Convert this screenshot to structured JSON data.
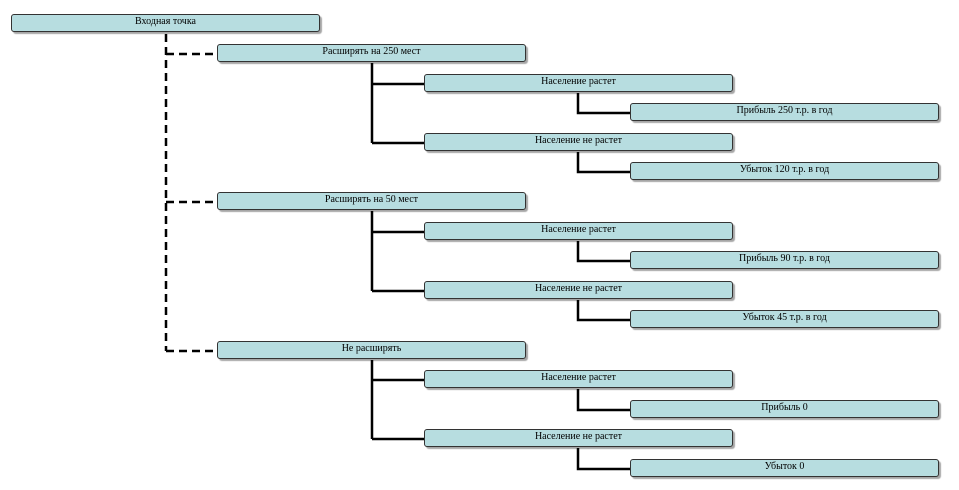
{
  "root": {
    "label": "Входная точка"
  },
  "branches": [
    {
      "label": "Расширять на 250 мест",
      "scenarios": [
        {
          "label": "Население растет",
          "outcome": "Прибыль 250 т.р. в год"
        },
        {
          "label": "Население не растет",
          "outcome": "Убыток 120 т.р. в год"
        }
      ]
    },
    {
      "label": "Расширять на 50 мест",
      "scenarios": [
        {
          "label": "Население растет",
          "outcome": "Прибыль 90 т.р. в год"
        },
        {
          "label": "Население не растет",
          "outcome": "Убыток 45 т.р. в год"
        }
      ]
    },
    {
      "label": "Не расширять",
      "scenarios": [
        {
          "label": "Население растет",
          "outcome": "Прибыль 0"
        },
        {
          "label": "Население не растет",
          "outcome": "Убыток 0"
        }
      ]
    }
  ],
  "colors": {
    "node_fill": "#b7dde0",
    "node_border": "#333333",
    "connector": "#000000"
  }
}
